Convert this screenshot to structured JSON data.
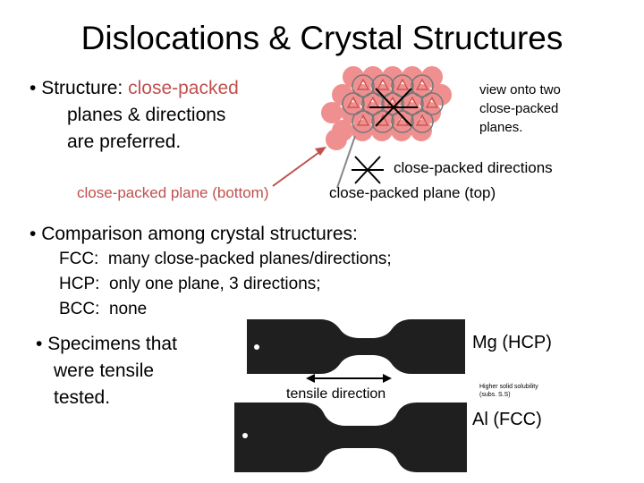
{
  "title": "Dislocations & Crystal Structures",
  "bullet1": {
    "marker": "•",
    "prefix": "Structure:",
    "highlight": "close-packed",
    "line2": "planes & directions",
    "line3": "are preferred."
  },
  "labels": {
    "view_note": [
      "view onto two",
      "close-packed",
      "planes."
    ],
    "cp_directions": "close-packed directions",
    "cp_plane_bottom": "close-packed plane (bottom)",
    "cp_plane_top": "close-packed plane (top)"
  },
  "bullet2": {
    "marker": "•",
    "text": "Comparison among crystal structures:",
    "rows": [
      "FCC:  many close-packed planes/directions;",
      "HCP:  only one plane, 3 directions;",
      "BCC:  none"
    ]
  },
  "bullet3": {
    "marker": "•",
    "lines": [
      "Specimens that",
      "were tensile",
      "tested."
    ]
  },
  "specimens": {
    "mg_label": "Mg (HCP)",
    "al_label": "Al (FCC)",
    "tensile": "tensile direction",
    "note": [
      "Higher solid solubility",
      "(subs. S.S)"
    ]
  },
  "colors": {
    "accent": "#c0504d",
    "atom": "#f08f8f",
    "specimen": "#1f1f1f"
  }
}
